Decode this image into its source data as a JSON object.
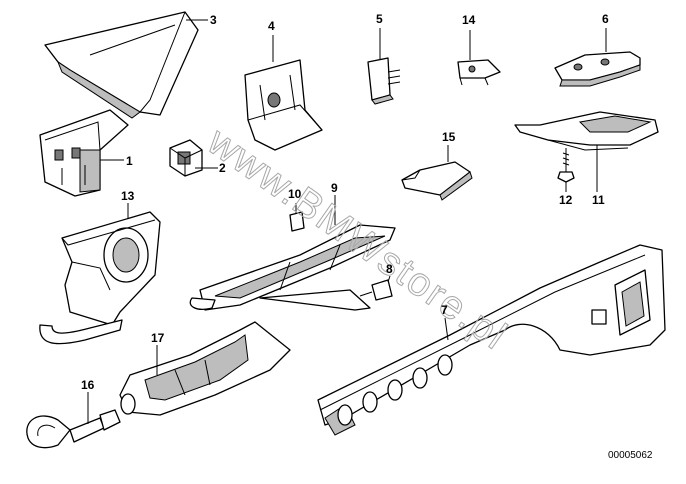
{
  "watermark": "www.BMWstore.pl",
  "document_number": "00005062",
  "callouts": [
    {
      "id": "1",
      "label": "1"
    },
    {
      "id": "2",
      "label": "2"
    },
    {
      "id": "3",
      "label": "3"
    },
    {
      "id": "4",
      "label": "4"
    },
    {
      "id": "5",
      "label": "5"
    },
    {
      "id": "6",
      "label": "6"
    },
    {
      "id": "7",
      "label": "7"
    },
    {
      "id": "8",
      "label": "8"
    },
    {
      "id": "9",
      "label": "9"
    },
    {
      "id": "10",
      "label": "10"
    },
    {
      "id": "11",
      "label": "11"
    },
    {
      "id": "12",
      "label": "12"
    },
    {
      "id": "13",
      "label": "13"
    },
    {
      "id": "14",
      "label": "14"
    },
    {
      "id": "15",
      "label": "15"
    },
    {
      "id": "16",
      "label": "16"
    },
    {
      "id": "17",
      "label": "17"
    }
  ]
}
